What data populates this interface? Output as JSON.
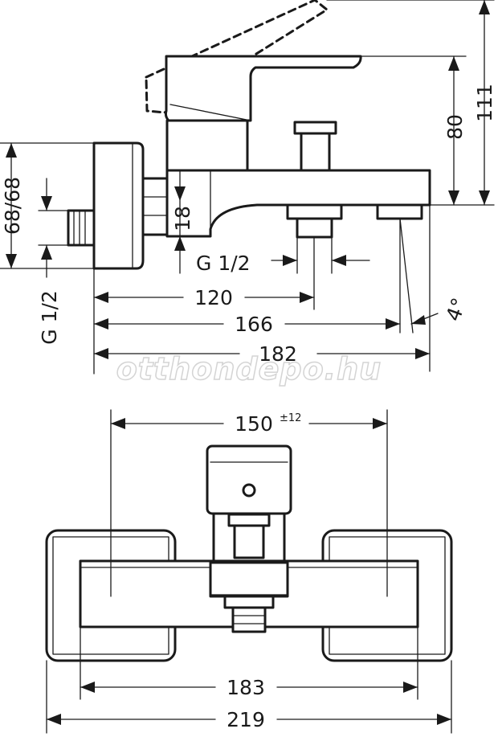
{
  "side_view": {
    "dim_height_total": "111",
    "dim_height_lever": "80",
    "dim_wall_height": "68/68",
    "dim_thread_left": "G 1/2",
    "dim_outlet_thread": "G 1/2",
    "dim_spout_height": "18",
    "dim_length_outlet": "120",
    "dim_length_spout": "166",
    "dim_length_total": "182",
    "dim_angle": "4°"
  },
  "front_view": {
    "dim_spread": "150",
    "dim_spread_tol": "±12",
    "dim_inner_width": "183",
    "dim_outer_width": "219"
  },
  "watermark": "otthondepo.hu"
}
